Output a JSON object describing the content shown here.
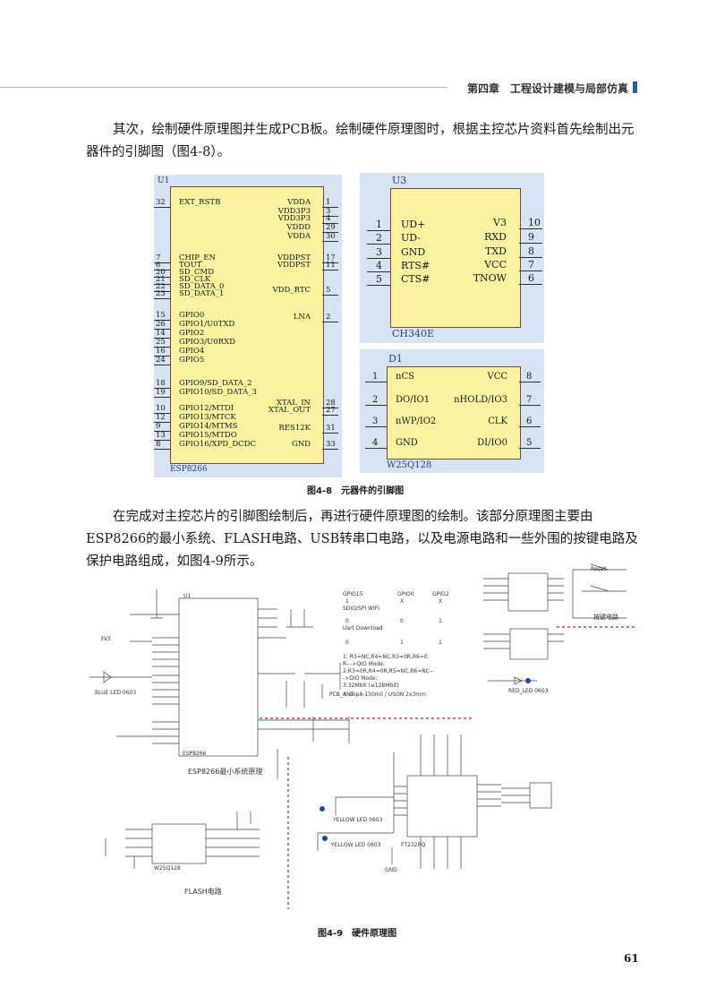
{
  "header": {
    "chapter": "第四章　工程设计建模与局部仿真"
  },
  "paragraphs": {
    "p1": "其次，绘制硬件原理图并生成PCB板。绘制硬件原理图时，根据主控芯片资料首先绘制出元器件的引脚图（图4-8）。",
    "p2": "在完成对主控芯片的引脚图绘制后，再进行硬件原理图的绘制。该部分原理图主要由ESP8266的最小系统、FLASH电路、USB转串口电路，以及电源电路和一些外围的按键电路及保护电路组成，如图4-9所示。"
  },
  "figure1": {
    "caption": "图4-8　元器件的引脚图",
    "u1": {
      "ref": "U1",
      "part": "ESP8266",
      "left_pins": [
        {
          "num": "32",
          "name": "EXT_RSTB"
        },
        {
          "num": "7",
          "name": "CHIP_EN"
        },
        {
          "num": "6",
          "name": "TOUT"
        },
        {
          "num": "20",
          "name": "SD_CMD"
        },
        {
          "num": "21",
          "name": "SD_CLK"
        },
        {
          "num": "22",
          "name": "SD_DATA_0"
        },
        {
          "num": "23",
          "name": "SD_DATA_1"
        },
        {
          "num": "15",
          "name": "GPIO0"
        },
        {
          "num": "26",
          "name": "GPIO1/U0TXD"
        },
        {
          "num": "14",
          "name": "GPIO2"
        },
        {
          "num": "25",
          "name": "GPIO3/U0RXD"
        },
        {
          "num": "16",
          "name": "GPIO4"
        },
        {
          "num": "24",
          "name": "GPIO5"
        },
        {
          "num": "18",
          "name": "GPIO9/SD_DATA_2"
        },
        {
          "num": "19",
          "name": "GPIO10/SD_DATA_3"
        },
        {
          "num": "10",
          "name": "GPIO12/MTDI"
        },
        {
          "num": "12",
          "name": "GPIO13/MTCK"
        },
        {
          "num": "9",
          "name": "GPIO14/MTMS"
        },
        {
          "num": "13",
          "name": "GPIO15/MTDO"
        },
        {
          "num": "8",
          "name": "GPIO16/XPD_DCDC"
        }
      ],
      "right_pins": [
        {
          "num": "1",
          "name": "VDDA"
        },
        {
          "num": "3",
          "name": "VDD3P3"
        },
        {
          "num": "4",
          "name": "VDD3P3"
        },
        {
          "num": "29",
          "name": "VDDD"
        },
        {
          "num": "30",
          "name": "VDDA"
        },
        {
          "num": "17",
          "name": "VDDPST"
        },
        {
          "num": "11",
          "name": "VDDPST"
        },
        {
          "num": "5",
          "name": "VDD_RTC"
        },
        {
          "num": "2",
          "name": "LNA"
        },
        {
          "num": "28",
          "name": "XTAL_IN"
        },
        {
          "num": "27",
          "name": "XTAL_OUT"
        },
        {
          "num": "31",
          "name": "RES12K"
        },
        {
          "num": "33",
          "name": "GND"
        }
      ]
    },
    "u3": {
      "ref": "U3",
      "part": "CH340E",
      "left_pins": [
        {
          "num": "1",
          "name": "UD+"
        },
        {
          "num": "2",
          "name": "UD-"
        },
        {
          "num": "3",
          "name": "GND"
        },
        {
          "num": "4",
          "name": "RTS#"
        },
        {
          "num": "5",
          "name": "CTS#"
        }
      ],
      "right_pins": [
        {
          "num": "10",
          "name": "V3"
        },
        {
          "num": "9",
          "name": "RXD"
        },
        {
          "num": "8",
          "name": "TXD"
        },
        {
          "num": "7",
          "name": "VCC"
        },
        {
          "num": "6",
          "name": "TNOW"
        }
      ]
    },
    "d1": {
      "ref": "D1",
      "part": "W25Q128",
      "left_pins": [
        {
          "num": "1",
          "name": "nCS"
        },
        {
          "num": "2",
          "name": "DO/IO1"
        },
        {
          "num": "3",
          "name": "nWP/IO2"
        },
        {
          "num": "4",
          "name": "GND"
        }
      ],
      "right_pins": [
        {
          "num": "8",
          "name": "VCC"
        },
        {
          "num": "7",
          "name": "nHOLD/IO3"
        },
        {
          "num": "6",
          "name": "CLK"
        },
        {
          "num": "5",
          "name": "DI/IO0"
        }
      ]
    }
  },
  "figure2": {
    "caption": "图4-9　硬件原理图",
    "section_min_system": "ESP8266最小系统原理",
    "section_flash": "FLASH电路",
    "section_key": "按键电路",
    "boot_table": {
      "headers": [
        "GPIO15",
        "GPIO0",
        "GPIO2"
      ],
      "row1": [
        "1",
        "X",
        "X"
      ],
      "row1_label": "SDIO/SPI WIFI",
      "row2": [
        "0",
        "0",
        "1"
      ],
      "row2_label": "Uart Download",
      "row3": [
        "0",
        "1",
        "1"
      ]
    },
    "notes": [
      "1: R3=NC,R4=NC,R3=0R,R6=0",
      "R--->QIO Mode;",
      "2:R3=0R,R4=0R,R5=NC,R6=NC--",
      "->DIO Mode;",
      "3:32Mbit (≤128Mbit)",
      "4: sop8-150mil / USON 2x3mm"
    ],
    "labels": {
      "blue_led": "BLUE LED 0603",
      "red_led": "RED_LED 0603",
      "yellow_led1": "YELLOW LED 0603",
      "yellow_led2": "YELLOW LED 0603",
      "esp_part": "ESP8266",
      "ft_part": "FT232RQ",
      "flash_part": "W25Q128",
      "reset": "Reset",
      "gnd": "GND",
      "vcc": "3V3",
      "pcb_ant": "PCB_ANT"
    }
  },
  "page_number": "61"
}
